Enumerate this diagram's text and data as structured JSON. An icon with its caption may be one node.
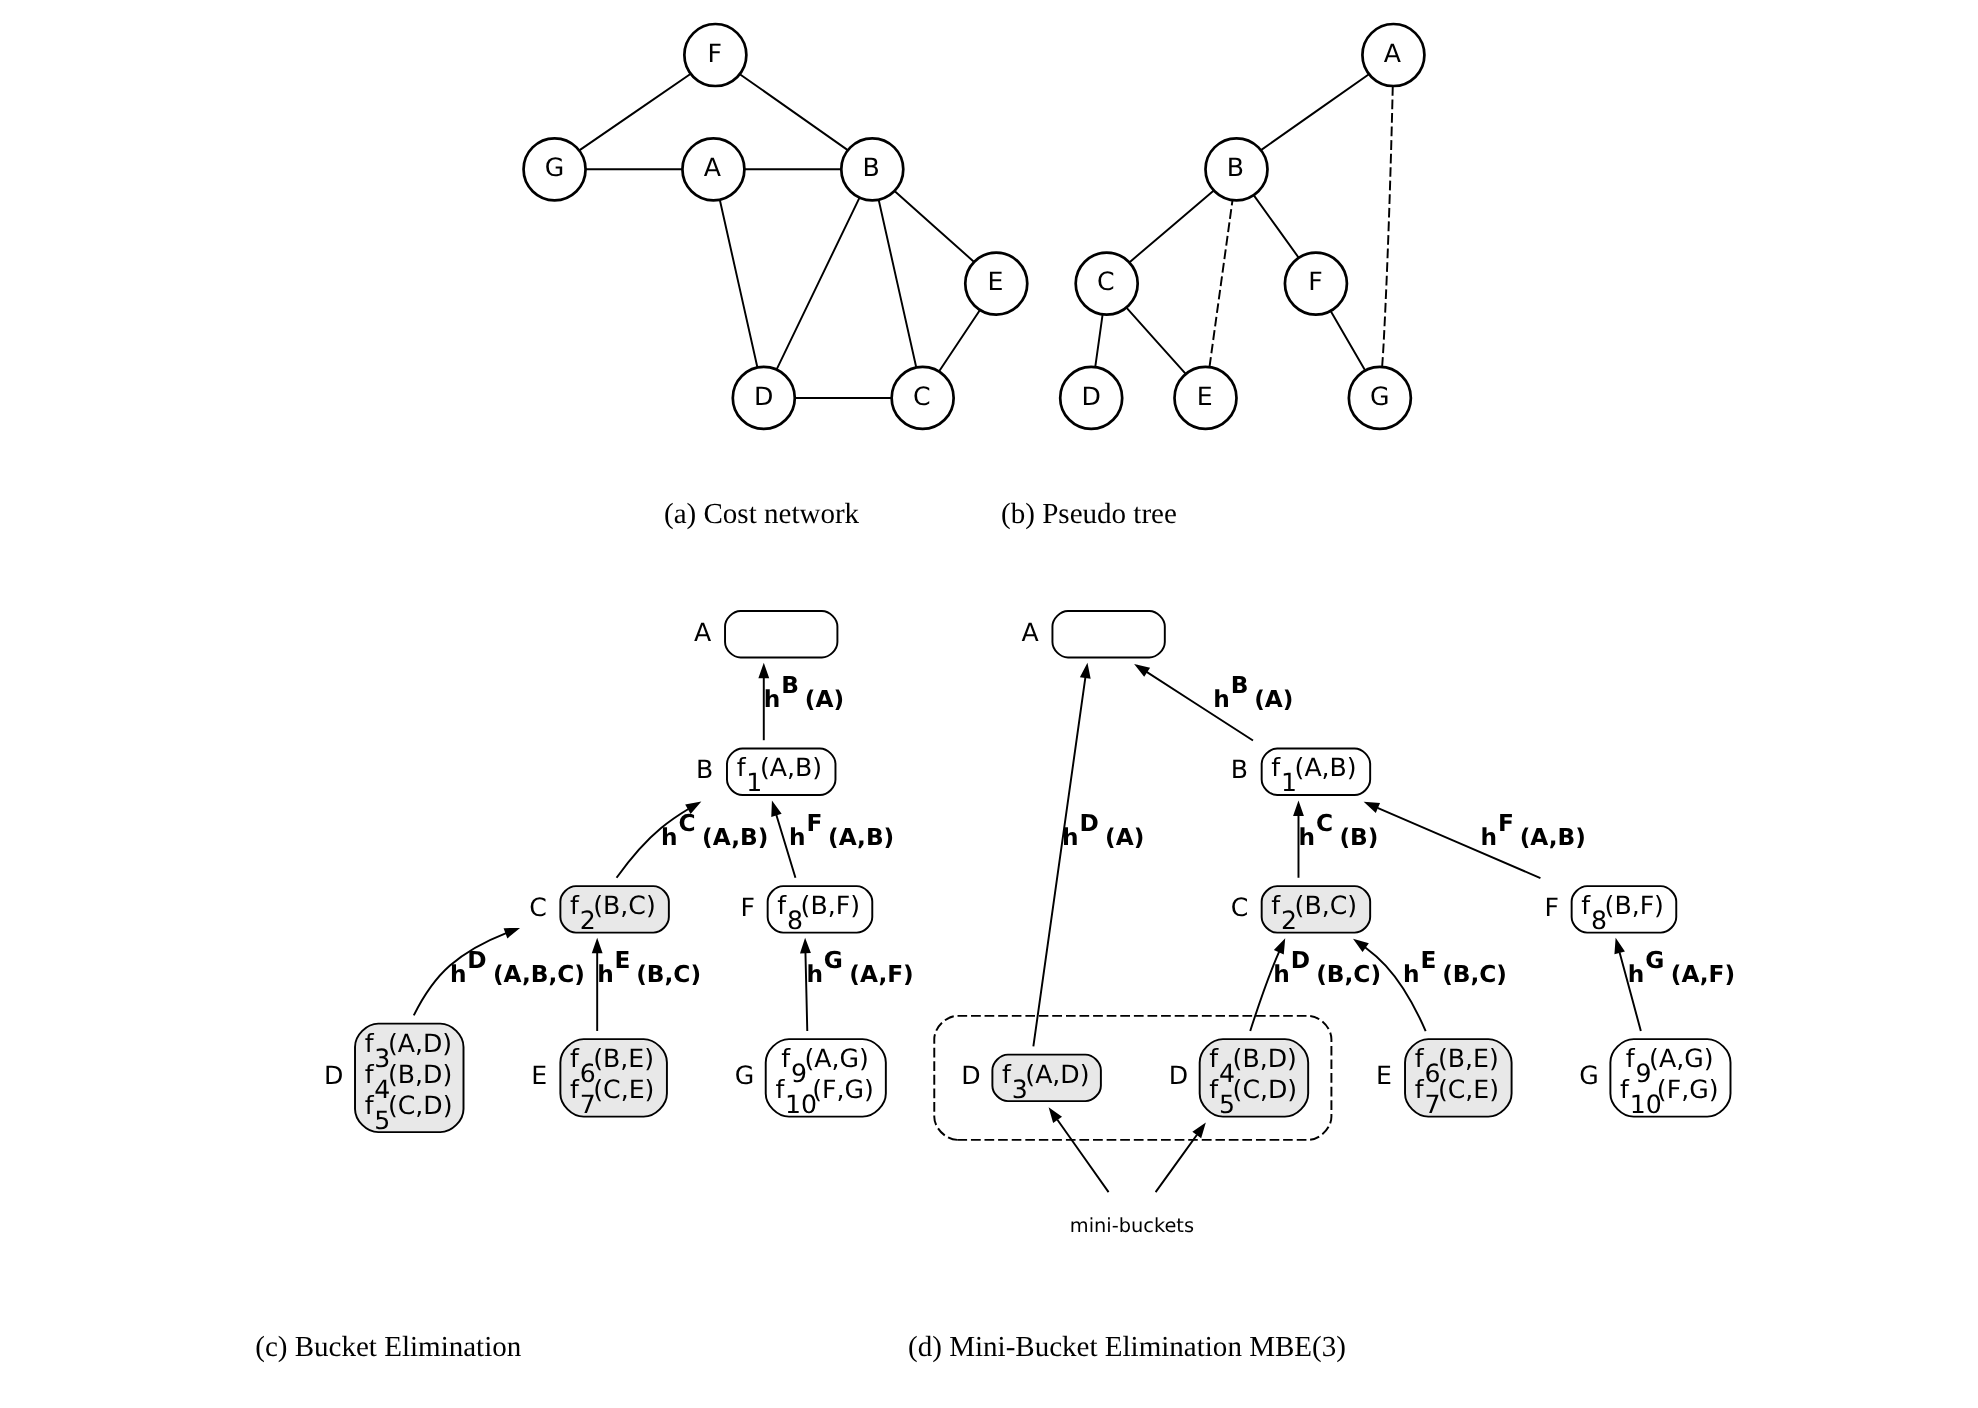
{
  "diagram": {
    "nodes": [
      {
        "text": [
          "F"
        ]
      },
      {
        "text": [
          "G"
        ]
      },
      {
        "text": [
          "A"
        ]
      },
      {
        "text": [
          "B"
        ]
      },
      {
        "text": [
          "E"
        ]
      },
      {
        "text": [
          "D"
        ]
      },
      {
        "text": [
          "C"
        ]
      },
      {
        "text": [
          "A"
        ]
      },
      {
        "text": [
          "B"
        ]
      },
      {
        "text": [
          "C"
        ]
      },
      {
        "text": [
          "F"
        ]
      },
      {
        "text": [
          "D"
        ]
      },
      {
        "text": [
          "E"
        ]
      },
      {
        "text": [
          "G"
        ]
      },
      {
        "text": [],
        "shape": "box",
        "beside": [
          "A"
        ]
      },
      {
        "text": [
          "f$_{1}$(A,B)"
        ],
        "beside": [
          "B"
        ]
      },
      {
        "text": [
          "f$_{2}$(B,C)"
        ],
        "beside": [
          "C"
        ]
      },
      {
        "text": [
          "f$_{8}$(B,F)"
        ],
        "beside": [
          "F"
        ]
      },
      {
        "text": [
          "f$_{3}$(A,D)",
          "f$_{4}$(B,D)",
          "f$_{5}$(C,D)"
        ],
        "beside": [
          "D"
        ]
      },
      {
        "text": [
          "f$_{6}$(B,E)",
          "f$_{7}$(C,E)"
        ],
        "beside": [
          "E"
        ]
      },
      {
        "text": [
          "f$_{9}$(A,G)",
          "f$_{10}$(F,G)"
        ],
        "beside": [
          "G"
        ]
      },
      {
        "text": [],
        "shape": "box",
        "beside": [
          "A"
        ]
      },
      {
        "text": [
          "f$_{1}$(A,B)"
        ],
        "beside": [
          "B"
        ]
      },
      {
        "text": [
          "f$_{2}$(B,C)"
        ],
        "beside": [
          "C"
        ]
      },
      {
        "text": [
          "f$_{8}$(B,F)"
        ],
        "beside": [
          "F"
        ]
      },
      {
        "text": [],
        "shape": "box"
      },
      {
        "text": [
          "f$_{3}$(A,D)"
        ],
        "beside": [
          "D"
        ],
        "in": 25
      },
      {
        "text": [
          "f$_{4}$(B,D)",
          "f$_{5}$(C,D)"
        ],
        "beside": [
          "D"
        ],
        "in": 25
      },
      {
        "text": [
          "f$_{6}$(B,E)",
          "f$_{7}$(C,E)"
        ],
        "beside": [
          "E"
        ]
      },
      {
        "text": [
          "f$_{9}$(A,G)",
          "f$_{10}$(F,G)"
        ],
        "beside": [
          "G"
        ]
      },
      {
        "text": [
          "mini-buckets"
        ]
      }
    ],
    "edges": [
      {
        "from": 1,
        "to": 0,
        "arrow": "none"
      },
      {
        "from": 3,
        "to": 0,
        "arrow": "none"
      },
      {
        "from": 1,
        "to": 2,
        "arrow": "none"
      },
      {
        "from": 2,
        "to": 3,
        "arrow": "none"
      },
      {
        "from": 5,
        "to": 2,
        "arrow": "none"
      },
      {
        "from": 5,
        "to": 3,
        "arrow": "none"
      },
      {
        "from": 6,
        "to": 3,
        "arrow": "none"
      },
      {
        "from": 4,
        "to": 3,
        "arrow": "none"
      },
      {
        "from": 5,
        "to": 6,
        "arrow": "none"
      },
      {
        "from": 6,
        "to": 4,
        "arrow": "none"
      },
      {
        "from": 8,
        "to": 7,
        "arrow": "none"
      },
      {
        "from": 9,
        "to": 8,
        "arrow": "none"
      },
      {
        "from": 10,
        "to": 8,
        "arrow": "none"
      },
      {
        "from": 11,
        "to": 9,
        "arrow": "none"
      },
      {
        "from": 12,
        "to": 9,
        "arrow": "none"
      },
      {
        "from": 13,
        "to": 10,
        "arrow": "none"
      },
      {
        "from": 12,
        "to": 8,
        "arrow": "none",
        "style": "dashed"
      },
      {
        "from": 13,
        "to": 7,
        "arrow": "none",
        "style": "dashed"
      },
      {
        "from": 15,
        "to": 14,
        "arrow": "to",
        "label": "h$^{B}$ (A)"
      },
      {
        "from": 16,
        "to": 15,
        "arrow": "to",
        "label": "h$^{C}$ (A,B)"
      },
      {
        "from": 17,
        "to": 15,
        "arrow": "to",
        "label": "h$^{F}$ (A,B)"
      },
      {
        "from": 18,
        "to": 16,
        "arrow": "to",
        "label": "h$^{D}$ (A,B,C)"
      },
      {
        "from": 19,
        "to": 16,
        "arrow": "to",
        "label": "h$^{E}$ (B,C)"
      },
      {
        "from": 20,
        "to": 17,
        "arrow": "to",
        "label": "h$^{G}$ (A,F)"
      },
      {
        "from": 26,
        "to": 21,
        "arrow": "to",
        "label": "h$^{D}$ (A)"
      },
      {
        "from": 22,
        "to": 21,
        "arrow": "to",
        "label": "h$^{B}$ (A)"
      },
      {
        "from": 23,
        "to": 22,
        "arrow": "to",
        "label": "h$^{C}$ (B)"
      },
      {
        "from": 24,
        "to": 22,
        "arrow": "to",
        "label": "h$^{F}$ (A,B)"
      },
      {
        "from": 27,
        "to": 23,
        "arrow": "to",
        "label": "h$^{D}$ (B,C)"
      },
      {
        "from": 28,
        "to": 23,
        "arrow": "to",
        "label": "h$^{E}$ (B,C)"
      },
      {
        "from": 29,
        "to": 24,
        "arrow": "to",
        "label": "h$^{G}$ (A,F)"
      },
      {
        "from": 30,
        "to": 26,
        "arrow": "to"
      },
      {
        "from": 30,
        "to": 27,
        "arrow": "to"
      }
    ],
    "labels": [
      "(a) Cost network",
      "(b) Pseudo tree",
      "(c) Bucket Elimination",
      "(d) Mini-Bucket Elimination MBE(3)"
    ]
  }
}
